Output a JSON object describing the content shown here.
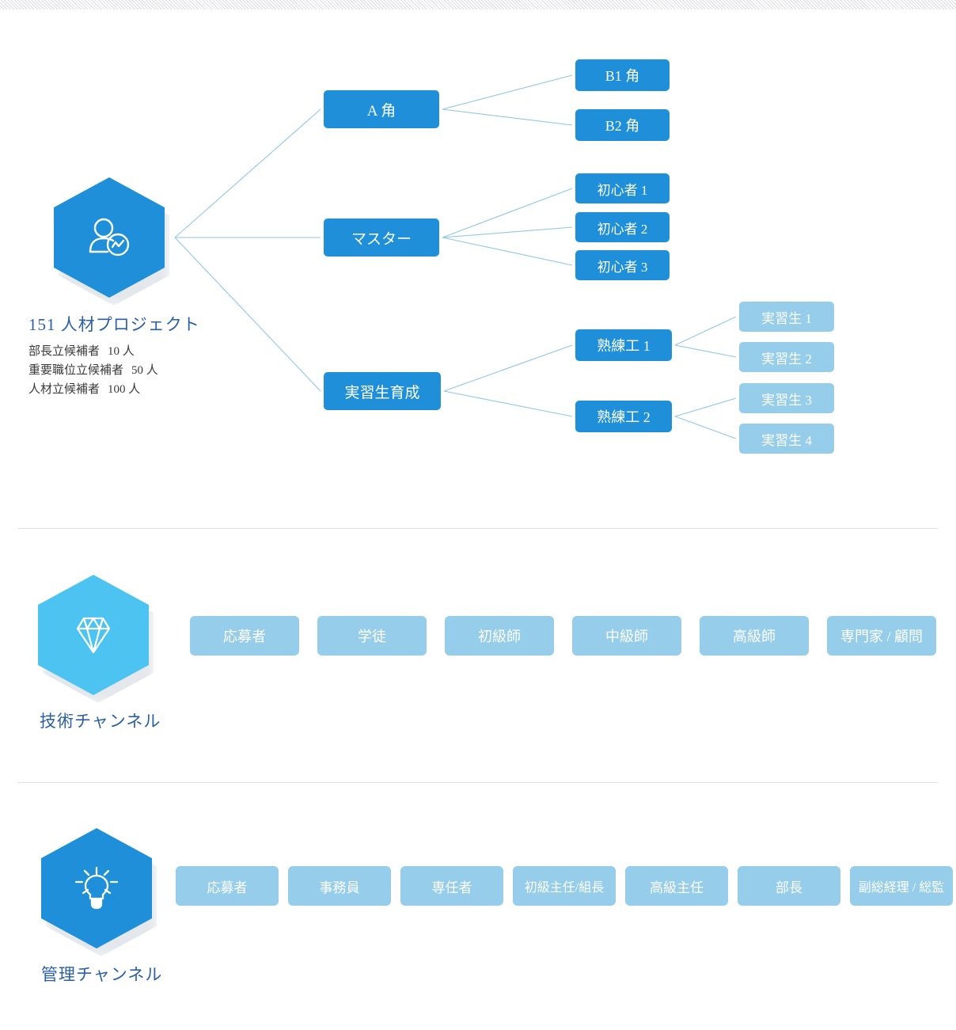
{
  "decor": {
    "top_band": "diagonal-hatch-band",
    "divider_color": "#e2e2e4"
  },
  "colors": {
    "primary_blue": "#1e8fd8",
    "light_blue": "#95cdea",
    "cyan": "#4cc3f0",
    "connector": "#8fc6e8",
    "caption_text": "#2b5fa8"
  },
  "section_project": {
    "hex_icon": "person-analytics-icon",
    "caption": "151 人材プロジェクト",
    "stats": [
      {
        "label": "部長立候補者",
        "value": "10 人"
      },
      {
        "label": "重要職位立候補者",
        "value": "50 人"
      },
      {
        "label": "人材立候補者",
        "value": "100 人"
      }
    ],
    "level1": [
      {
        "label": "A 角"
      },
      {
        "label": "マスター"
      },
      {
        "label": "実習生育成"
      }
    ],
    "level2_a": [
      {
        "label": "B1 角"
      },
      {
        "label": "B2 角"
      }
    ],
    "level2_master": [
      {
        "label": "初心者 1"
      },
      {
        "label": "初心者 2"
      },
      {
        "label": "初心者 3"
      }
    ],
    "level2_trainee": [
      {
        "label": "熟練工 1"
      },
      {
        "label": "熟練工 2"
      }
    ],
    "level3_interns": [
      {
        "label": "実習生 1"
      },
      {
        "label": "実習生 2"
      },
      {
        "label": "実習生 3"
      },
      {
        "label": "実習生 4"
      }
    ]
  },
  "section_tech": {
    "hex_icon": "diamond-icon",
    "caption": "技術チャンネル",
    "rungs": [
      {
        "label": "応募者"
      },
      {
        "label": "学徒"
      },
      {
        "label": "初級師"
      },
      {
        "label": "中級師"
      },
      {
        "label": "高級師"
      },
      {
        "label": "専門家 / 顧問"
      }
    ]
  },
  "section_mgmt": {
    "hex_icon": "lightbulb-icon",
    "caption": "管理チャンネル",
    "rungs": [
      {
        "label": "応募者"
      },
      {
        "label": "事務員"
      },
      {
        "label": "専任者"
      },
      {
        "label": "初級主任/組長"
      },
      {
        "label": "高級主任"
      },
      {
        "label": "部長"
      },
      {
        "label": "副総経理 / 総監"
      }
    ]
  }
}
